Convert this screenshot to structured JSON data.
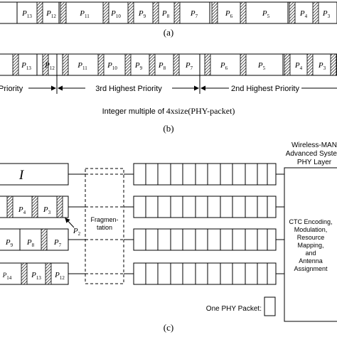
{
  "row_a": {
    "packets": [
      "P13",
      "P12",
      "P11",
      "P10",
      "P9",
      "P8",
      "P7",
      "P6",
      "P5",
      "P4",
      "P3"
    ],
    "caption": "(a)"
  },
  "row_b": {
    "packets": [
      "P13",
      "P12",
      "P11",
      "P10",
      "P9",
      "P8",
      "P7",
      "P6",
      "P5",
      "P4",
      "P3"
    ],
    "priority_left": "Priority",
    "priority_mid": "3rd Highest Priority",
    "priority_right": "2nd Highest Priority",
    "size_note_prefix": "Integer multiple of",
    "size_note_value": "4xsize(PHY-packet)",
    "caption": "(b)"
  },
  "panel_c": {
    "queue_top_label": "I",
    "queue2_packets": [
      "P4",
      "P3"
    ],
    "queue3_packets": [
      "P9",
      "P8",
      "P7"
    ],
    "queue4_packets": [
      "P14",
      "P13",
      "P12"
    ],
    "p2_label": "P2",
    "fragmentation_label": [
      "Fragmen-",
      "tation"
    ],
    "phy_title": [
      "Wireless-MAN",
      "Advanced System",
      "PHY Layer"
    ],
    "phy_body": [
      "CTC Encoding,",
      "Modulation,",
      "Resource",
      "Mapping,",
      "and",
      "Antenna",
      "Assignment"
    ],
    "legend_label": "One PHY Packet:",
    "caption": "(c)"
  }
}
